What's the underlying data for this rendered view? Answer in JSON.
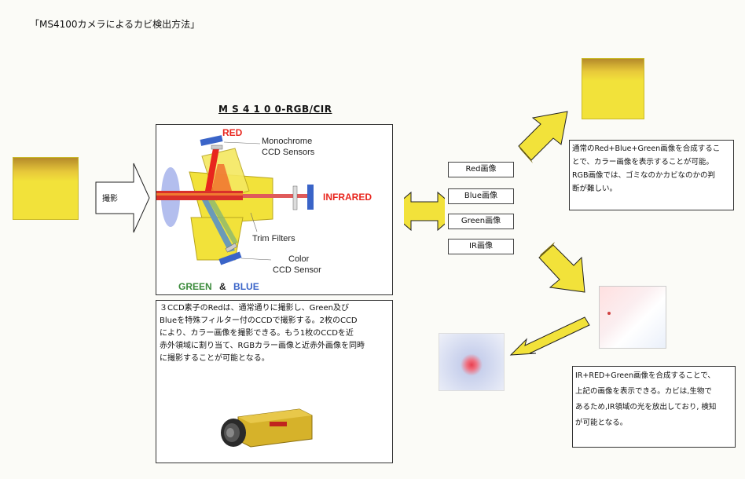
{
  "title": "「MS4100カメラによるカビ検出方法」",
  "capture_label": "撮影",
  "camera": {
    "model_label": "M S 4 1 0 0-RGB/CIR",
    "red_label": "RED",
    "infrared_label": "INFRARED",
    "green_label": "GREEN",
    "amp_label": "&",
    "blue_label": "BLUE",
    "mono_label_1": "Monochrome",
    "mono_label_2": "CCD Sensors",
    "trim_label": "Trim Filters",
    "color_label_1": "Color",
    "color_label_2": "CCD Sensor"
  },
  "description": "３CCD素子のRedは、通常通りに撮影し、Green及び\nBlueを特殊フィルター付のCCDで撮影する。2枚のCCD\nにより、カラー画像を撮影できる。もう1枚のCCDを近\n赤外領域に割り当て、RGBカラー画像と近赤外画像を同時\nに撮影することが可能となる。",
  "channels": [
    "Red画像",
    "Blue画像",
    "Green画像",
    "IR画像"
  ],
  "rgb_caption": "通常のRed+Blue+Green画像を合成するこ\nとで、カラー画像を表示することが可能。\nRGB画像では、ゴミなのかカビなのかの判\n断が難しい。",
  "ir_caption": "IR+RED+Green画像を合成することで、\n上記の画像を表示できる。カビは,生物で\nあるため,IR領域の光を放出しており, 検知\nが可能となる。",
  "colors": {
    "yellow": "#f2e23a",
    "red": "#e8261e",
    "blue": "#3a64c8",
    "green": "#3a8a3a"
  }
}
